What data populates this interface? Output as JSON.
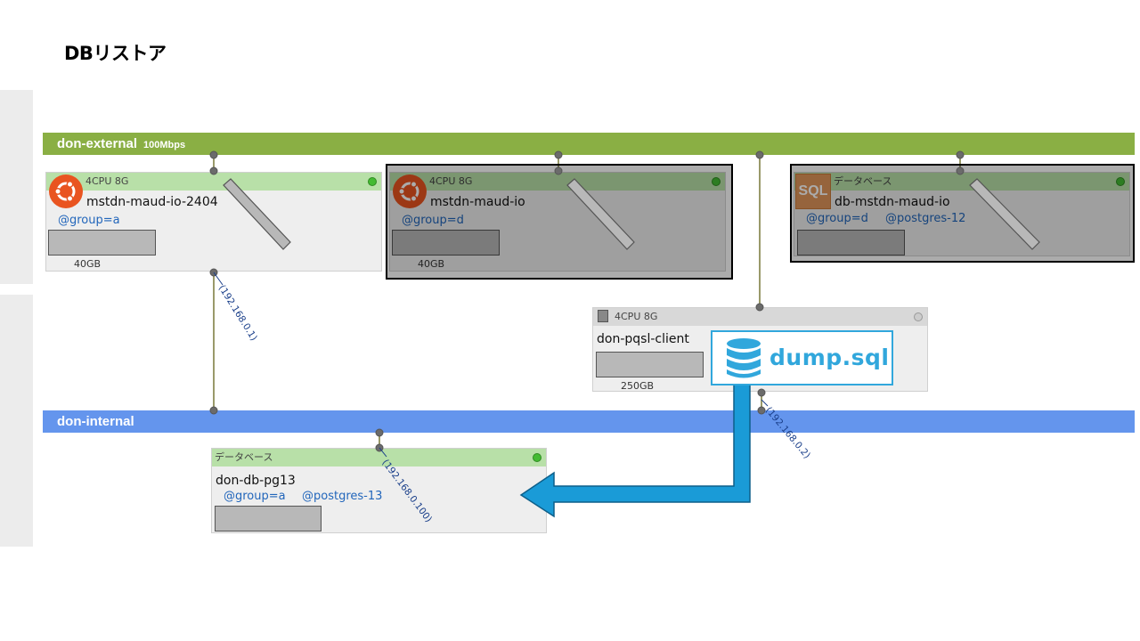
{
  "title": "DBリストア",
  "networks": {
    "external": {
      "name": "don-external",
      "speed": "100Mbps",
      "color": "#8aaf44"
    },
    "internal": {
      "name": "don-internal",
      "color": "#6495ed"
    }
  },
  "servers": [
    {
      "id": "mstdn-maud-io-2404",
      "spec": "4CPU 8G",
      "name": "mstdn-maud-io-2404",
      "tags": [
        "@group=a"
      ],
      "disk": "40GB",
      "icon": "ubuntu-icon",
      "status": "green",
      "ip": "(192.168.0.1)"
    },
    {
      "id": "mstdn-maud-io",
      "spec": "4CPU 8G",
      "name": "mstdn-maud-io",
      "tags": [
        "@group=d"
      ],
      "disk": "40GB",
      "icon": "ubuntu-icon",
      "status": "green",
      "dimmed": true
    },
    {
      "id": "db-mstdn-maud-io",
      "spec": "データベース",
      "name": "db-mstdn-maud-io",
      "tags": [
        "@group=d",
        "@postgres-12"
      ],
      "icon": "sql-icon",
      "icon_text": "SQL",
      "status": "green",
      "dimmed": true
    },
    {
      "id": "don-pqsl-client",
      "spec": "4CPU 8G",
      "name": "don-pqsl-client",
      "disk": "250GB",
      "icon": "server-icon",
      "status": "gray",
      "ip": "(192.168.0.2)"
    },
    {
      "id": "don-db-pg13",
      "spec": "データベース",
      "name": "don-db-pg13",
      "tags": [
        "@group=a",
        "@postgres-13"
      ],
      "status": "green",
      "ip": "(192.168.0.100)"
    }
  ],
  "dump": {
    "label": "dump.sql",
    "icon": "database-icon",
    "color": "#31a7dc"
  },
  "colors": {
    "wire": "#9a9a6a",
    "arrow": "#1a9bd7"
  }
}
